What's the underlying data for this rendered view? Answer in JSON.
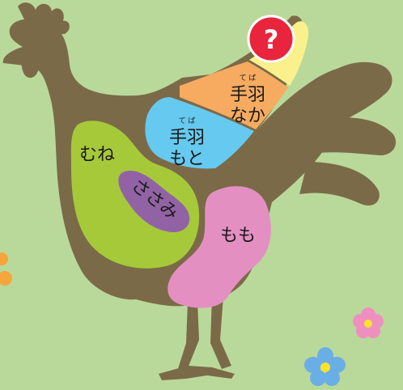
{
  "parts": {
    "tebasaki": {
      "label": "?"
    },
    "tebanaka": {
      "kanji": "手羽",
      "ruby": "て ば",
      "kana": "なか"
    },
    "tebamoto": {
      "kanji": "手羽",
      "ruby": "て ば",
      "kana": "もと"
    },
    "mune": {
      "label": "むね"
    },
    "sasami": {
      "label": "ささみ"
    },
    "momo": {
      "label": "もも"
    }
  },
  "colors": {
    "background": "#b9d99a",
    "chicken": "#7b6a47",
    "tebasaki": "#fbf18c",
    "tebanaka": "#f6ab61",
    "tebamoto": "#66c9f0",
    "mune": "#a6c93a",
    "sasami": "#9263a4",
    "momo": "#e48fc2",
    "question_badge": "#e8253d",
    "flower_pink": "#ef8fc0",
    "flower_blue": "#6aaee6",
    "flower_orange": "#f5a53a"
  },
  "icons": [
    "question-mark-icon",
    "flower-icon"
  ]
}
